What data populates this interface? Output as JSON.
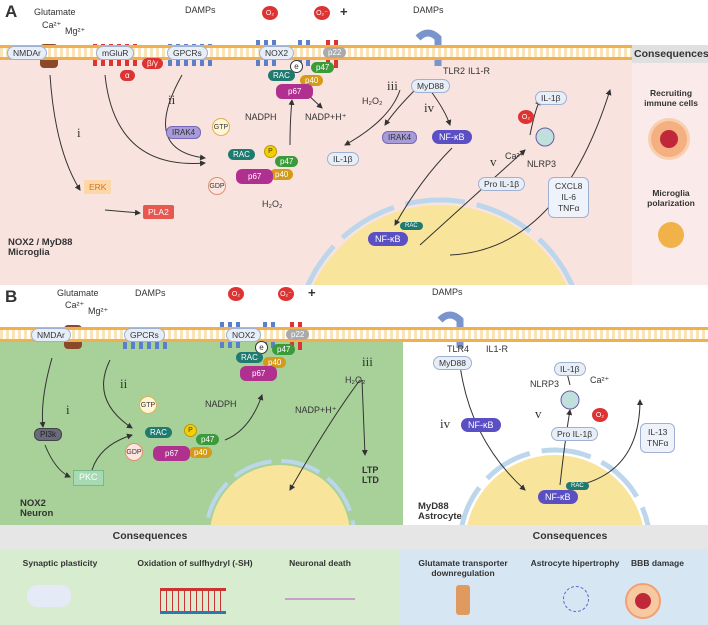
{
  "panelA": {
    "letter": "A",
    "glutamate": "Glutamate",
    "ca": "Ca²⁺",
    "mg": "Mg²⁺",
    "nmdar": "NMDAr",
    "mglur": "mGluR",
    "alpha": "α",
    "betagamma": "β/γ",
    "damps1": "DAMPs",
    "gpcrs": "GPCRs",
    "irak4": "IRAK4",
    "gtp": "GTP",
    "gdp": "GDP",
    "rac": "RAC",
    "p": "P",
    "p47": "p47",
    "p40": "p40",
    "p67": "p67",
    "nadph": "NADPH",
    "nadp": "NADP+H⁺",
    "nox2": "NOX2",
    "e": "e",
    "p22": "p22",
    "o2": "O₂",
    "o2minus": "O₂⁻",
    "plus": "+",
    "il1b": "IL-1β",
    "erk": "ERK",
    "pla2": "PLA2",
    "h2o2": "H₂O₂",
    "h2o2b": "H₂O₂",
    "damps2": "DAMPs",
    "tlr2": "TLR2",
    "il1r": "IL1-R",
    "myd88": "MyD88",
    "irak4b": "IRAK4",
    "nfkb": "NF-κB",
    "o2b": "O₂",
    "ca2": "Ca²⁺",
    "nlrp3": "NLRP3",
    "il1b2": "IL-1β",
    "pro_il1b": "Pro IL-1β",
    "cytokines": [
      "CXCL8",
      "IL-6",
      "TNFα"
    ],
    "nfkb_nuc": "NF-κB",
    "rac_nuc": "RAC",
    "roman": {
      "i": "i",
      "ii": "ii",
      "iii": "iii",
      "iv": "iv",
      "v": "v"
    },
    "cell_title": [
      "NOX2 / MyD88",
      "Microglia"
    ],
    "consequences": {
      "title": "Consequences",
      "items": [
        [
          "Recruiting",
          "immune  cells"
        ],
        [
          "Microglia",
          "polarization"
        ]
      ]
    }
  },
  "panelB": {
    "letter": "B",
    "glutamate": "Glutamate",
    "ca": "Ca²⁺",
    "mg": "Mg²⁺",
    "nmdar": "NMDAr",
    "damps1": "DAMPs",
    "gpcrs": "GPCRs",
    "o2": "O₂",
    "o2minus": "O₂⁻",
    "plus": "+",
    "nox2": "NOX2",
    "p22": "p22",
    "e": "e",
    "rac": "RAC",
    "p47": "p47",
    "p40": "p40",
    "p67": "p67",
    "gtp": "GTP",
    "gdp": "GDP",
    "p": "P",
    "nadph": "NADPH",
    "nadp": "NADP+H⁺",
    "h2o2": "H₂O₂",
    "pi3k": "PI3k",
    "pkc": "PKC",
    "ltp": "LTP",
    "ltd": "LTD",
    "roman": {
      "i": "i",
      "ii": "ii",
      "iii": "iii",
      "iv": "iv",
      "v": "v"
    },
    "neuron_title": [
      "NOX2",
      "Neuron"
    ],
    "damps2": "DAMPs",
    "tlr4": "TLR4",
    "il1r": "IL1-R",
    "myd88": "MyD88",
    "il1b": "IL-1β",
    "nlrp3": "NLRP3",
    "ca2": "Ca²⁺",
    "o2b": "O₂",
    "nfkb": "NF-κB",
    "pro_il1b": "Pro IL-1β",
    "cytokines": [
      "IL-13",
      "TNFα"
    ],
    "nfkb_nuc": "NF-κB",
    "rac_nuc": "RAC",
    "astro_title": [
      "MyD88",
      "Astrocyte"
    ]
  },
  "consequences": {
    "left_title": "Consequences",
    "right_title": "Consequences",
    "left_items": [
      "Synaptic plasticity",
      "Oxidation of sulfhydryl (-SH)",
      "Neuronal death"
    ],
    "right_items": [
      [
        "Glutamate transporter",
        "downregulation"
      ],
      "Astrocyte hipertrophy",
      "BBB damage"
    ]
  },
  "colors": {
    "microglia_bg": "#f9e3df",
    "neuron_bg": "#a8d19a",
    "membrane": "#f0b050",
    "nucleus": "#f8e49a",
    "cons_left": "#d8ecd0",
    "cons_right": "#d6e6f3"
  }
}
